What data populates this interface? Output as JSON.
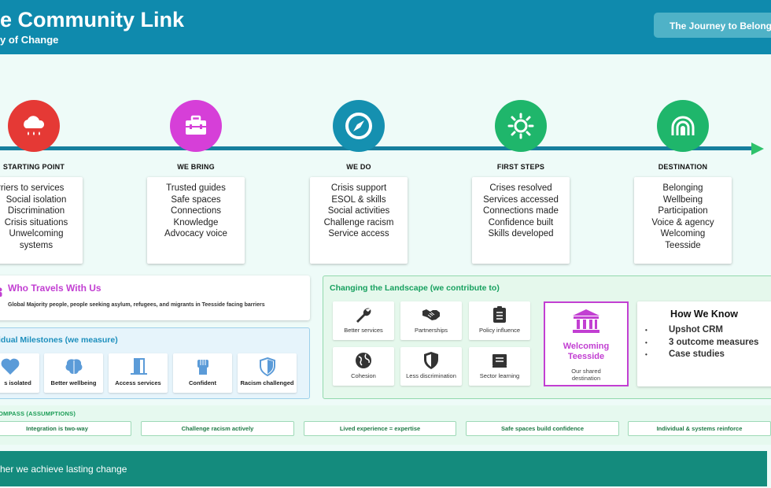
{
  "header": {
    "title": "e Community Link",
    "subtitle": "y of Change",
    "journey_button": "The Journey to Belongi"
  },
  "stages": [
    {
      "label": "STARTING POINT",
      "icon": "rain-cloud-icon",
      "color": "#e53935",
      "lines": [
        "arriers to services",
        "Social isolation",
        "Discrimination",
        "Crisis situations",
        "Unwelcoming",
        "systems"
      ]
    },
    {
      "label": "WE BRING",
      "icon": "toolbox-icon",
      "color": "#d63fd8",
      "lines": [
        "Trusted guides",
        "Safe spaces",
        "Connections",
        "Knowledge",
        "Advocacy voice"
      ]
    },
    {
      "label": "WE DO",
      "icon": "compass-icon",
      "color": "#1590b0",
      "lines": [
        "Crisis support",
        "ESOL & skills",
        "Social activities",
        "Challenge racism",
        "Service access"
      ]
    },
    {
      "label": "FIRST STEPS",
      "icon": "sun-icon",
      "color": "#1fb66b",
      "lines": [
        "Crises resolved",
        "Services accessed",
        "Connections made",
        "Confidence built",
        "Skills developed"
      ]
    },
    {
      "label": "DESTINATION",
      "icon": "rainbow-icon",
      "color": "#1fb66b",
      "lines": [
        "Belonging",
        "Wellbeing",
        "Participation",
        "Voice & agency",
        "Welcoming",
        "Teesside"
      ]
    }
  ],
  "travels": {
    "title": "Who Travels With Us",
    "text": "Global Majority people, people seeking asylum, refugees, and migrants in Teesside facing barriers"
  },
  "milestones": {
    "title": "idual Milestones (we measure)",
    "items": [
      {
        "label": "s isolated",
        "icon": "heart-icon"
      },
      {
        "label": "Better wellbeing",
        "icon": "brain-icon"
      },
      {
        "label": "Access services",
        "icon": "door-icon"
      },
      {
        "label": "Confident",
        "icon": "fist-icon"
      },
      {
        "label": "Racism challenged",
        "icon": "shield-icon"
      }
    ]
  },
  "landscape": {
    "title": "Changing the Landscape (we contribute to)",
    "items": [
      {
        "label": "Better services",
        "icon": "wrench-icon"
      },
      {
        "label": "Partnerships",
        "icon": "handshake-icon"
      },
      {
        "label": "Policy influence",
        "icon": "clipboard-icon"
      },
      {
        "label": "Cohesion",
        "icon": "globe-icon"
      },
      {
        "label": "Less discrimination",
        "icon": "shield-icon"
      },
      {
        "label": "Sector learning",
        "icon": "book-icon"
      }
    ],
    "welcome": {
      "title_line1": "Welcoming",
      "title_line2": "Teesside",
      "sub_line1": "Our shared",
      "sub_line2": "destination",
      "icon": "bank-icon"
    },
    "howknow": {
      "title": "How We Know",
      "items": [
        "Upshot CRM",
        "3 outcome measures",
        "Case studies"
      ]
    }
  },
  "compass": {
    "title": "OMPASS (ASSUMPTIONS)",
    "items": [
      "Integration is two-way",
      "Challenge racism actively",
      "Lived experience = expertise",
      "Safe spaces build confidence",
      "Individual & systems reinforce"
    ]
  },
  "footer": {
    "text": "her we achieve lasting change"
  },
  "colors": {
    "header": "#0f8aad",
    "timeline": "#167f9e",
    "accent_pink": "#c23fd2",
    "accent_green": "#17a05f",
    "footer": "#148b7d"
  }
}
